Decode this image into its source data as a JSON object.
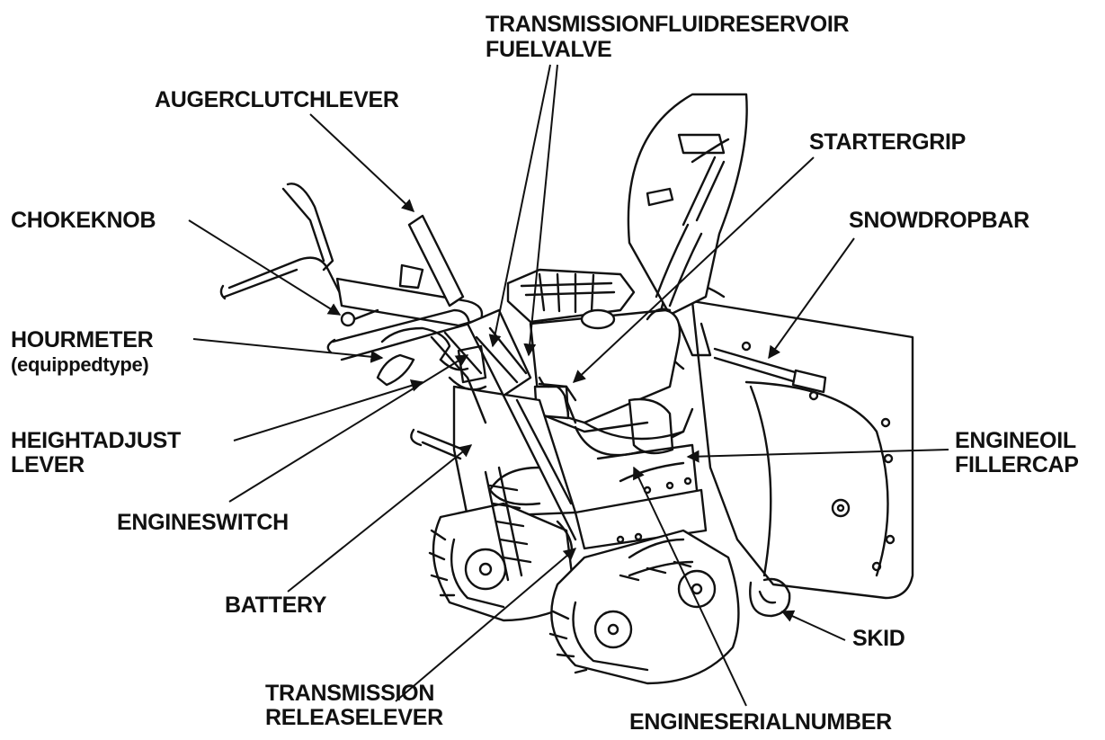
{
  "labels": {
    "transmission_fluid_reservoir": "TRANSMISSIONFLUIDRESERVOIR",
    "fuel_valve": "FUELVALVE",
    "auger_clutch_lever": "AUGERCLUTCHLEVER",
    "starter_grip": "STARTERGRIP",
    "choke_knob": "CHOKEKNOB",
    "snow_drop_bar": "SNOWDROPBAR",
    "hour_meter": "HOURMETER",
    "hour_meter_note": "(equippedtype)",
    "height_adjust_lever_1": "HEIGHTADJUST",
    "height_adjust_lever_2": "LEVER",
    "engine_oil_filler_cap_1": "ENGINEOIL",
    "engine_oil_filler_cap_2": "FILLERCAP",
    "engine_switch": "ENGINESWITCH",
    "battery": "BATTERY",
    "skid": "SKID",
    "transmission_release_lever_1": "TRANSMISSION",
    "transmission_release_lever_2": "RELEASELEVER",
    "engine_serial_number": "ENGINESERIALNUMBER"
  },
  "colors": {
    "ink": "#111111",
    "background": "#ffffff"
  }
}
